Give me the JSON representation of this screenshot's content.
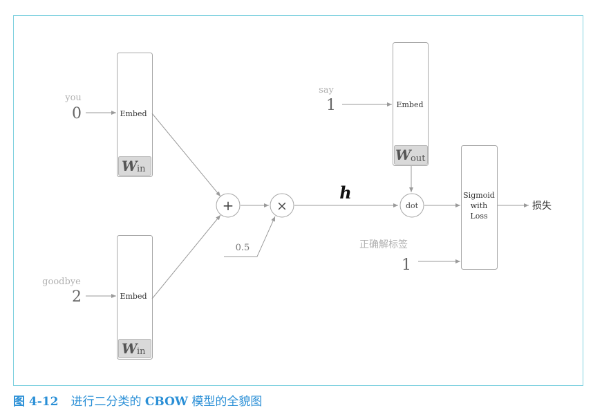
{
  "inputs": {
    "you": {
      "word": "you",
      "id": "0"
    },
    "goodbye": {
      "word": "goodbye",
      "id": "2"
    },
    "say": {
      "word": "say",
      "id": "1"
    }
  },
  "nodes": {
    "embed_label": "Embed",
    "w_symbol": "W",
    "w_in_sub": "in",
    "w_out_sub": "out",
    "plus": "+",
    "times": "×",
    "half": "0.5",
    "h": "h",
    "dot": "dot",
    "sigmoid_line1": "Sigmoid",
    "sigmoid_line2": "with",
    "sigmoid_line3": "Loss"
  },
  "labels": {
    "correct_label": "正确解标签",
    "correct_value": "1",
    "loss": "损失"
  },
  "caption": {
    "number": "图 4-12",
    "text_prefix": "进行二分类的 ",
    "text_bold": "CBOW",
    "text_suffix": " 模型的全貌图"
  },
  "colors": {
    "frame": "#7fd1df",
    "caption": "#2a8fd6",
    "line": "#9a9a9a",
    "weight_box": "#d9d9d9"
  }
}
